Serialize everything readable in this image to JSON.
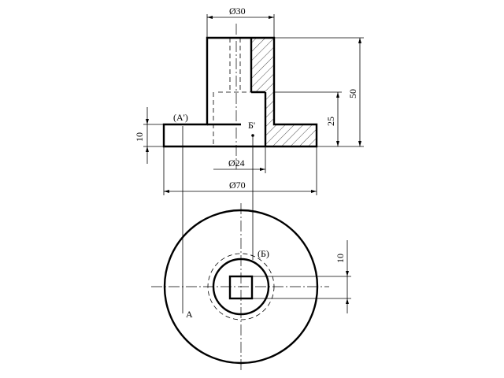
{
  "front_view": {
    "dim_d30": "Ø30",
    "dim_50": "50",
    "dim_25": "25",
    "dim_10": "10",
    "dim_d24": "Ø24",
    "dim_d70": "Ø70",
    "point_a_prime": "(A')",
    "point_b_prime": "Б'"
  },
  "top_view": {
    "dim_10": "10",
    "point_b": "(Б)",
    "point_a": "A"
  }
}
